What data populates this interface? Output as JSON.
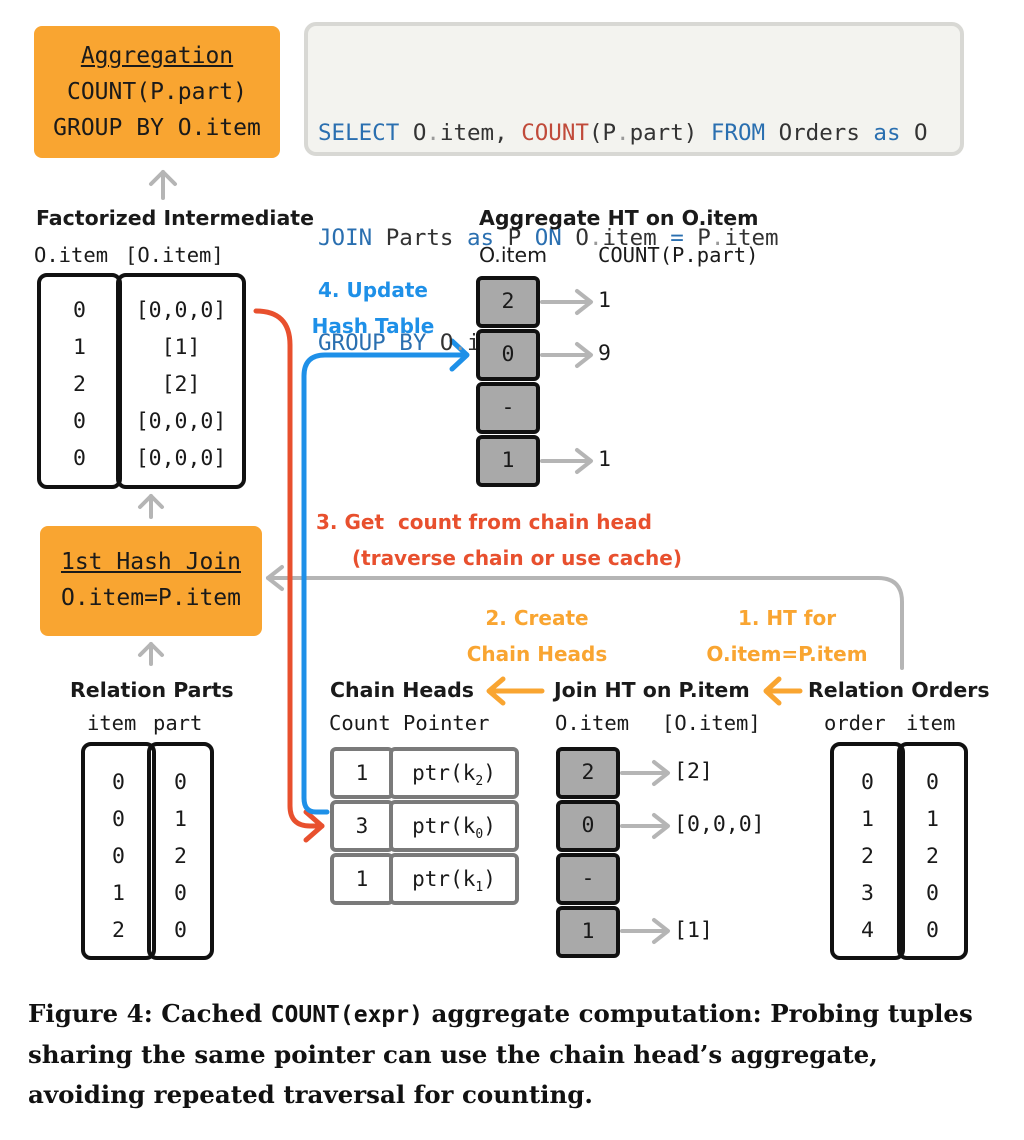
{
  "aggregation_box": {
    "title": "Aggregation",
    "line1": "COUNT(P.part)",
    "line2": "GROUP BY O.item"
  },
  "sql": {
    "l1": [
      {
        "t": "SELECT",
        "c": "kw-blue"
      },
      {
        "t": " O",
        "c": ""
      },
      {
        "t": ".",
        "c": "dot"
      },
      {
        "t": "item, ",
        "c": ""
      },
      {
        "t": "COUNT",
        "c": "kw-red"
      },
      {
        "t": "(P",
        "c": ""
      },
      {
        "t": ".",
        "c": "dot"
      },
      {
        "t": "part) ",
        "c": ""
      },
      {
        "t": "FROM",
        "c": "kw-blue"
      },
      {
        "t": " Orders ",
        "c": ""
      },
      {
        "t": "as",
        "c": "kw-blue"
      },
      {
        "t": " O",
        "c": ""
      }
    ],
    "l2": [
      {
        "t": "JOIN",
        "c": "kw-blue"
      },
      {
        "t": " Parts ",
        "c": ""
      },
      {
        "t": "as",
        "c": "kw-blue"
      },
      {
        "t": " P ",
        "c": ""
      },
      {
        "t": "ON",
        "c": "kw-blue"
      },
      {
        "t": " O",
        "c": ""
      },
      {
        "t": ".",
        "c": "dot"
      },
      {
        "t": "item ",
        "c": ""
      },
      {
        "t": "=",
        "c": "kw-blue"
      },
      {
        "t": " P",
        "c": ""
      },
      {
        "t": ".",
        "c": "dot"
      },
      {
        "t": "item",
        "c": ""
      }
    ],
    "l3": [
      {
        "t": "GROUP BY",
        "c": "kw-blue"
      },
      {
        "t": " O",
        "c": ""
      },
      {
        "t": ".",
        "c": "dot"
      },
      {
        "t": "item",
        "c": ""
      },
      {
        "t": ";",
        "c": "dot"
      }
    ]
  },
  "factorized": {
    "title": "Factorized Intermediate",
    "header_left": "O.item",
    "header_right": "[O.item]",
    "left": [
      "0",
      "1",
      "2",
      "0",
      "0"
    ],
    "right": [
      "[0,0,0]",
      "[1]",
      "[2]",
      "[0,0,0]",
      "[0,0,0]"
    ]
  },
  "agg_ht": {
    "title": "Aggregate HT on O.item",
    "header_left": "O.item",
    "header_right": "COUNT(P.part)",
    "keys": [
      "2",
      "0",
      "-",
      "1"
    ],
    "values": [
      "1",
      "9",
      "",
      "1"
    ]
  },
  "hash_join_box": {
    "title": "1st Hash Join",
    "line1": "O.item=P.item"
  },
  "annotations": {
    "step4_l1": "4. Update",
    "step4_l2": "Hash Table",
    "step3_l1": "3. Get  count from chain head",
    "step3_l2": "(traverse chain or use cache)",
    "step2_l1": "2. Create",
    "step2_l2": "Chain Heads",
    "step1_l1": "1. HT for",
    "step1_l2": "O.item=P.item"
  },
  "relation_parts": {
    "title": "Relation Parts",
    "header_left": "item",
    "header_right": "part",
    "items": [
      "0",
      "0",
      "0",
      "1",
      "2"
    ],
    "parts": [
      "0",
      "1",
      "2",
      "0",
      "0"
    ]
  },
  "chain_heads": {
    "title": "Chain Heads",
    "header": "Count Pointer",
    "counts": [
      "1",
      "3",
      "1"
    ],
    "pointers": [
      {
        "p": "ptr(k",
        "s": "2",
        "e": ")"
      },
      {
        "p": "ptr(k",
        "s": "0",
        "e": ")"
      },
      {
        "p": "ptr(k",
        "s": "1",
        "e": ")"
      }
    ]
  },
  "join_ht": {
    "title": "Join HT on P.item",
    "header_left": "O.item",
    "header_right": "[O.item]",
    "keys": [
      "2",
      "0",
      "-",
      "1"
    ],
    "values": [
      "[2]",
      "[0,0,0]",
      "",
      "[1]"
    ]
  },
  "relation_orders": {
    "title": "Relation Orders",
    "header_left": "order",
    "header_right": "item",
    "orders": [
      "0",
      "1",
      "2",
      "3",
      "4"
    ],
    "items": [
      "0",
      "1",
      "2",
      "0",
      "0"
    ]
  },
  "caption": {
    "prefix": "Figure 4: Cached ",
    "code": "COUNT(expr)",
    "rest": " aggregate computation: Probing tuples sharing the same pointer can use the chain head’s aggregate, avoiding repeated traversal for counting."
  },
  "colors": {
    "orange": "#f9a531",
    "blue": "#1e90e8",
    "red": "#e8502e",
    "gray_arrow": "#b5b5b5",
    "cell_gray": "#a9a9a9"
  }
}
